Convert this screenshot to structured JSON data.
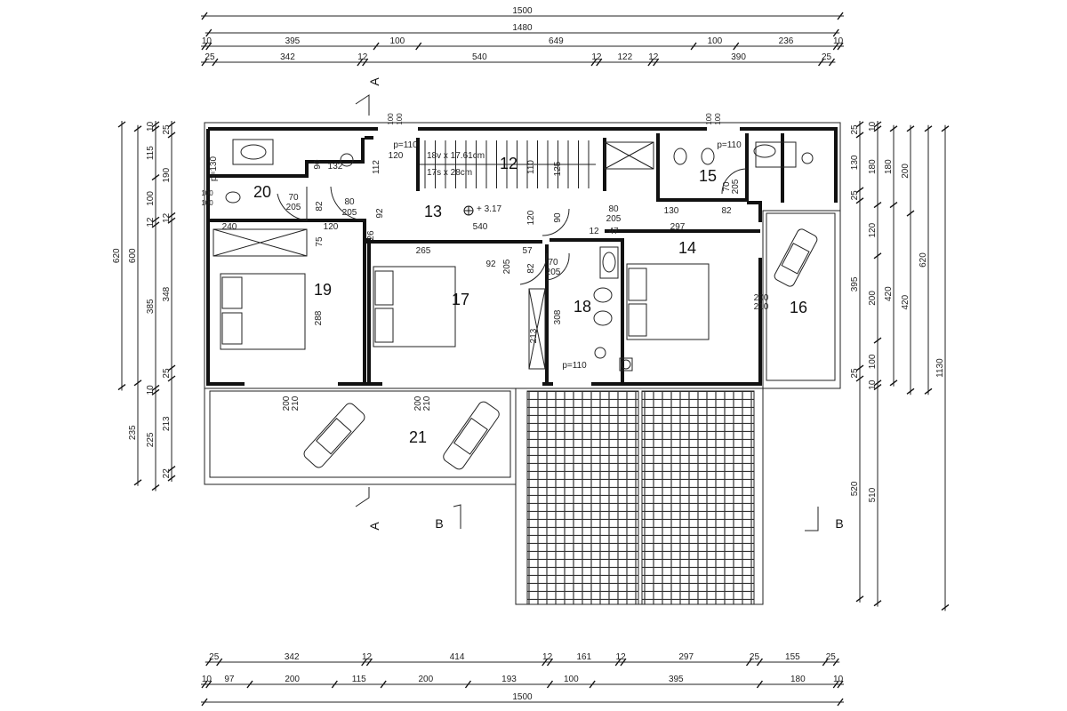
{
  "plan": {
    "scale_total_cm": 1500,
    "dims_top": [
      {
        "start": 0,
        "values": [
          1500
        ]
      },
      {
        "start": 10,
        "values": [
          1480
        ]
      },
      {
        "start": 0,
        "values": [
          10,
          395,
          100,
          649,
          100,
          236,
          10
        ]
      },
      {
        "start": 0,
        "values": [
          25,
          342,
          12,
          540,
          12,
          122,
          12,
          390,
          25
        ]
      }
    ],
    "dims_bottom": [
      {
        "start": 10,
        "values": [
          25,
          342,
          12,
          414,
          12,
          161,
          12,
          297,
          25,
          155,
          25
        ]
      },
      {
        "start": 0,
        "values": [
          10,
          97,
          200,
          115,
          200,
          193,
          100,
          395,
          180,
          10
        ]
      },
      {
        "start": 0,
        "values": [
          1500
        ]
      }
    ],
    "dims_left": [
      {
        "start": 0,
        "values": [
          620
        ]
      },
      {
        "start": 10,
        "values": [
          600,
          235
        ]
      },
      {
        "start": 0,
        "values": [
          10,
          115,
          100,
          12,
          385,
          10,
          225
        ]
      },
      {
        "start": 0,
        "values": [
          25,
          190,
          12,
          348,
          25,
          213,
          22
        ]
      }
    ],
    "dims_right": [
      {
        "start": 0,
        "values": [
          25,
          130,
          25,
          395,
          25,
          520
        ]
      },
      {
        "start": 0,
        "values": [
          10,
          180,
          120,
          200,
          100,
          10,
          510
        ]
      },
      {
        "start": 10,
        "values": [
          180,
          420
        ]
      },
      {
        "start": 10,
        "values": [
          200,
          420
        ]
      },
      {
        "start": 10,
        "values": [
          620
        ]
      },
      {
        "start": 10,
        "values": [
          1130
        ]
      }
    ],
    "rooms": [
      "12",
      "13",
      "14",
      "15",
      "16",
      "17",
      "18",
      "19",
      "20",
      "21"
    ],
    "stair_note": [
      "18v x 17.61cm",
      "17s x 28cm"
    ],
    "level": "+ 3.17",
    "interior_labels": [
      "90",
      "132",
      "112",
      "120",
      "110",
      "125",
      "70",
      "205",
      "82",
      "80",
      "205",
      "92",
      "120",
      "90",
      "80",
      "205",
      "240",
      "75",
      "120",
      "26",
      "540",
      "265",
      "92",
      "205",
      "57",
      "82",
      "70",
      "205",
      "47",
      "12",
      "297",
      "130",
      "82",
      "70",
      "205",
      "288",
      "308",
      "213",
      "200",
      "210",
      "200",
      "210",
      "200",
      "210",
      "p=110",
      "p=110",
      "p=110",
      "p=130",
      "100",
      "100",
      "100",
      "100",
      "100",
      "100"
    ],
    "section_labels": [
      "A",
      "A",
      "B",
      "B"
    ]
  }
}
